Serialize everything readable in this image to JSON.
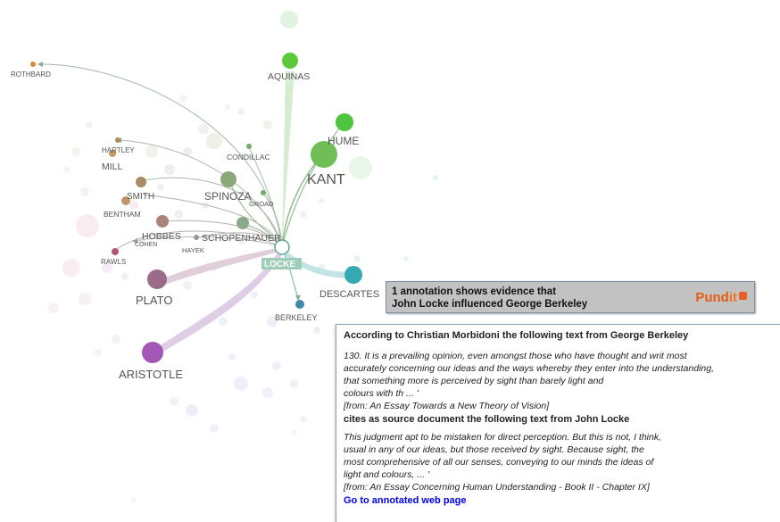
{
  "graph": {
    "nodes": {
      "rothbard": "ROTHBARD",
      "aquinas": "AQUINAS",
      "hartley": "HARTLEY",
      "mill": "MILL",
      "condillac": "CONDILLAC",
      "hume": "HUME",
      "kant": "KANT",
      "smith": "SMITH",
      "spinoza": "SPINOZA",
      "godwin": "GROAD",
      "bentham": "BENTHAM",
      "hobbes": "HOBBES",
      "schopenhauer": "SCHOPENHAUER",
      "cohen": "COHEN",
      "hayek": "HAYEK",
      "rawls": "RAWLS",
      "locke": "LOCKE",
      "plato": "PLATO",
      "descartes": "DESCARTES",
      "berkeley": "BERKELEY",
      "aristotle": "ARISTOTLE"
    },
    "colors": {
      "selected_edge": "#8ecfd0",
      "aquinas": "#5cc93b",
      "hume": "#4fc43e",
      "kant": "#6fbf56",
      "plato": "#9b6b8a",
      "aristotle": "#a457b4",
      "descartes": "#35a9b3",
      "berkeley": "#3f8aa8"
    }
  },
  "tooltip": {
    "line1": "1 annotation shows evidence that",
    "line2": "John Locke influenced George Berkeley",
    "brand_main": "Pund",
    "brand_it": "it"
  },
  "panel": {
    "heading1": "According to Christian Morbidoni the following text from George Berkeley",
    "quote1": [
      "130. It is a prevailing opinion, even amongst those who have thought and writ most",
      "accurately concerning our ideas and the ways whereby they enter into the understanding,",
      "that something more is perceived by sight than barely light and",
      "colours with th ... '"
    ],
    "source1": "[from: An Essay Towards a New Theory of Vision]",
    "heading2": "cites as source document the following text from John Locke",
    "quote2": [
      "This judgment apt to be mistaken for direct perception. But this is not, I think,",
      "usual in any of our ideas, but those received by sight. Because sight, the",
      "most comprehensive of all our senses, conveying to our minds the ideas of",
      "light and colours, ... '"
    ],
    "source2": "[from: An Essay Concerning Human Understanding - Book II - Chapter IX]",
    "link": "Go to annotated web page"
  }
}
